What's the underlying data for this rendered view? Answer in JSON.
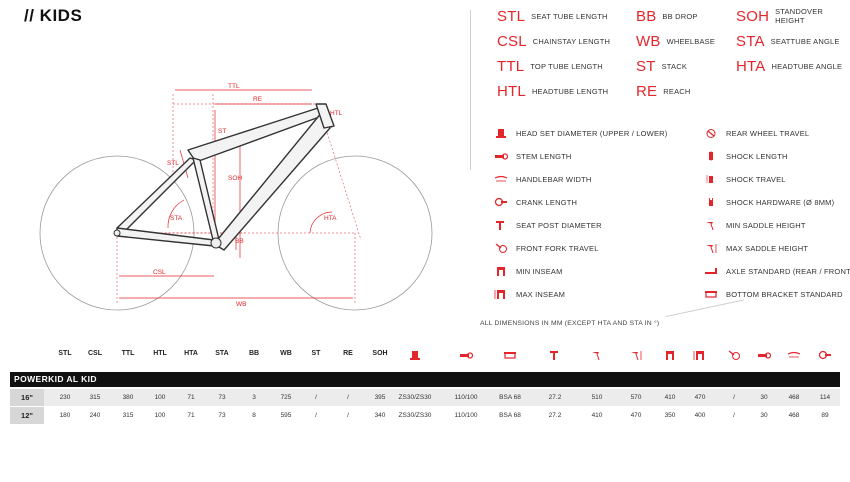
{
  "page_title": "// KIDS",
  "diagram_labels": {
    "ttl": "TTL",
    "re": "RE",
    "htl": "HTL",
    "st": "ST",
    "stl": "STL",
    "soh": "SOH",
    "sta": "STA",
    "hta": "HTA",
    "bb": "BB",
    "csl": "CSL",
    "wb": "WB"
  },
  "abbreviations": [
    {
      "code": "STL",
      "desc": "SEAT TUBE LENGTH"
    },
    {
      "code": "CSL",
      "desc": "CHAINSTAY LENGTH"
    },
    {
      "code": "TTL",
      "desc": "TOP TUBE LENGTH"
    },
    {
      "code": "HTL",
      "desc": "HEADTUBE LENGTH"
    },
    {
      "code": "BB",
      "desc": "BB DROP"
    },
    {
      "code": "WB",
      "desc": "WHEELBASE"
    },
    {
      "code": "ST",
      "desc": "STACK"
    },
    {
      "code": "RE",
      "desc": "REACH"
    },
    {
      "code": "SOH",
      "desc": "STANDOVER HEIGHT"
    },
    {
      "code": "STA",
      "desc": "SEATTUBE ANGLE"
    },
    {
      "code": "HTA",
      "desc": "HEADTUBE ANGLE"
    }
  ],
  "icon_legend_left": [
    {
      "icon": "headset-icon",
      "label": "HEAD SET DIAMETER (UPPER / LOWER)"
    },
    {
      "icon": "stem-icon",
      "label": "STEM LENGTH"
    },
    {
      "icon": "handlebar-icon",
      "label": "HANDLEBAR WIDTH"
    },
    {
      "icon": "crank-icon",
      "label": "CRANK LENGTH"
    },
    {
      "icon": "seatpost-icon",
      "label": "SEAT POST DIAMETER"
    },
    {
      "icon": "fork-travel-icon",
      "label": "FRONT FORK TRAVEL"
    },
    {
      "icon": "min-inseam-icon",
      "label": "MIN INSEAM"
    },
    {
      "icon": "max-inseam-icon",
      "label": "MAX INSEAM"
    }
  ],
  "icon_legend_right": [
    {
      "icon": "rear-travel-icon",
      "label": "REAR WHEEL TRAVEL"
    },
    {
      "icon": "shock-length-icon",
      "label": "SHOCK LENGTH"
    },
    {
      "icon": "shock-travel-icon",
      "label": "SHOCK TRAVEL"
    },
    {
      "icon": "shock-hardware-icon",
      "label": "SHOCK HARDWARE (Ø 8MM)"
    },
    {
      "icon": "min-saddle-icon",
      "label": "MIN SADDLE HEIGHT"
    },
    {
      "icon": "max-saddle-icon",
      "label": "MAX SADDLE HEIGHT"
    },
    {
      "icon": "axle-standard-icon",
      "label": "AXLE STANDARD (REAR / FRONT)"
    },
    {
      "icon": "bottom-bracket-icon",
      "label": "BOTTOM BRACKET STANDARD"
    }
  ],
  "all_dims_note": "ALL DIMENSIONS IN MM (EXCEPT HTA AND STA IN °)",
  "table": {
    "model_name": "POWERKID AL KID",
    "columns": [
      {
        "text": "STL"
      },
      {
        "text": "CSL"
      },
      {
        "text": "TTL"
      },
      {
        "text": "HTL"
      },
      {
        "text": "HTA"
      },
      {
        "text": "STA"
      },
      {
        "text": "BB"
      },
      {
        "text": "WB"
      },
      {
        "text": "ST"
      },
      {
        "text": "RE"
      },
      {
        "text": "SOH"
      },
      {
        "icon": "headset-icon"
      },
      {
        "icon": "stem-icon"
      },
      {
        "icon": "bottom-bracket-icon"
      },
      {
        "icon": "seatpost-icon"
      },
      {
        "icon": "min-saddle-icon"
      },
      {
        "icon": "max-saddle-icon"
      },
      {
        "icon": "min-inseam-icon"
      },
      {
        "icon": "max-inseam-icon"
      },
      {
        "icon": "fork-travel-icon"
      },
      {
        "icon": "stem-icon"
      },
      {
        "icon": "handlebar-icon"
      },
      {
        "icon": "crank-icon"
      }
    ],
    "rows": [
      {
        "size": "16\"",
        "values": [
          "230",
          "315",
          "380",
          "100",
          "71",
          "73",
          "3",
          "725",
          "/",
          "/",
          "395",
          "ZS30/ZS30",
          "110/100",
          "BSA 68",
          "27.2",
          "510",
          "570",
          "410",
          "470",
          "/",
          "30",
          "468",
          "114"
        ]
      },
      {
        "size": "12\"",
        "values": [
          "180",
          "240",
          "315",
          "100",
          "71",
          "73",
          "8",
          "595",
          "/",
          "/",
          "340",
          "ZS30/ZS30",
          "110/100",
          "BSA 68",
          "27.2",
          "410",
          "470",
          "350",
          "400",
          "/",
          "30",
          "468",
          "89"
        ]
      }
    ]
  },
  "colors": {
    "accent": "#e3262c",
    "model_bar": "#111111",
    "row_shade": "#ececec",
    "size_cell": "#d7d7d7"
  }
}
